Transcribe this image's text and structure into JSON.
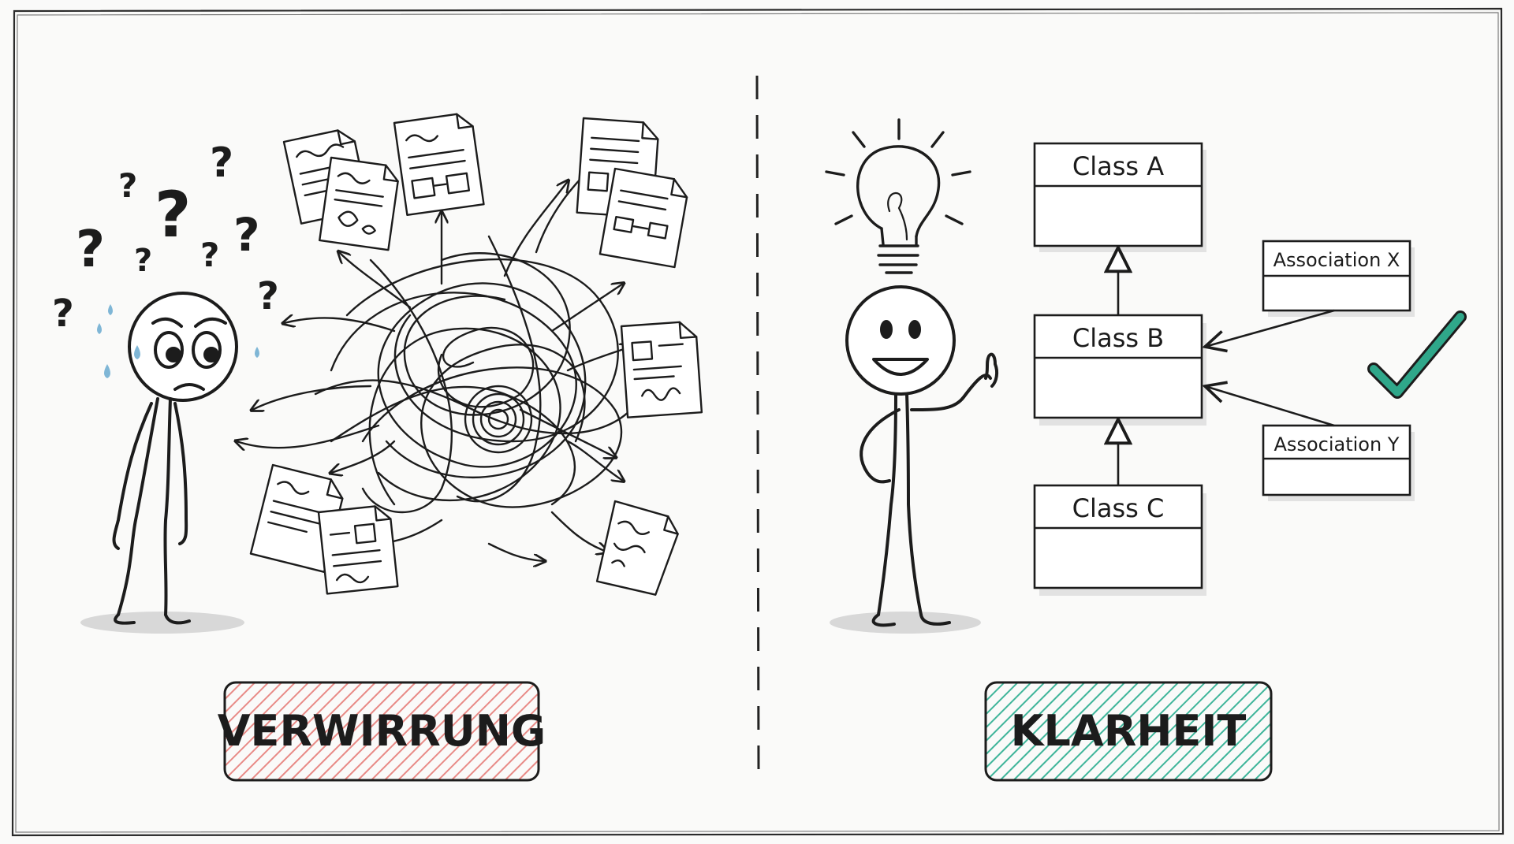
{
  "left": {
    "label": "VERWIRRUNG",
    "label_color": "#e88a86"
  },
  "right": {
    "label": "KLARHEIT",
    "label_color": "#3fb59a",
    "classes": {
      "a": "Class A",
      "b": "Class B",
      "c": "Class C"
    },
    "associations": {
      "x": "Association X",
      "y": "Association Y"
    },
    "check_color": "#2fa78a"
  },
  "colors": {
    "ink": "#1c1c1c",
    "sweat": "#7fb6d6",
    "shadow": "#d8d8d8",
    "paper": "#ffffff"
  }
}
